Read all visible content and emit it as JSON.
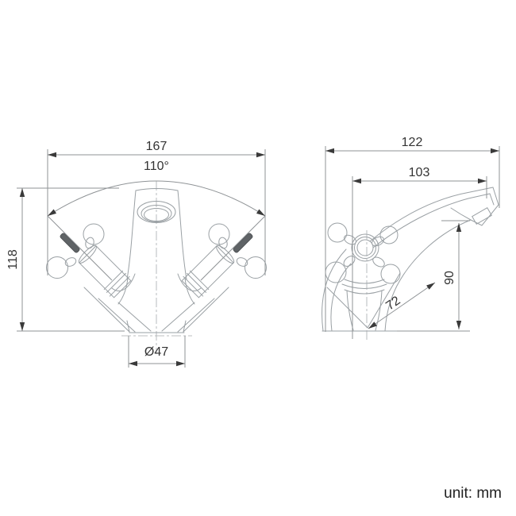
{
  "front_view": {
    "overall_width_mm": "167",
    "handle_swing_angle": "110°",
    "overall_height_mm": "118",
    "base_diameter_mm": "Ø47"
  },
  "side_view": {
    "overall_depth_mm": "122",
    "spout_reach_mm": "103",
    "spout_height_mm": "90",
    "base_to_spout_mm": "72"
  },
  "footer": {
    "unit_label": "unit: mm"
  },
  "style": {
    "background": "#ffffff",
    "drawing_line_color": "#9aa0a4",
    "dimension_line_color": "#8f9396",
    "text_color": "#333333",
    "arrow_color": "#3a3a3a",
    "handle_indicator_color": "#5f6366"
  }
}
